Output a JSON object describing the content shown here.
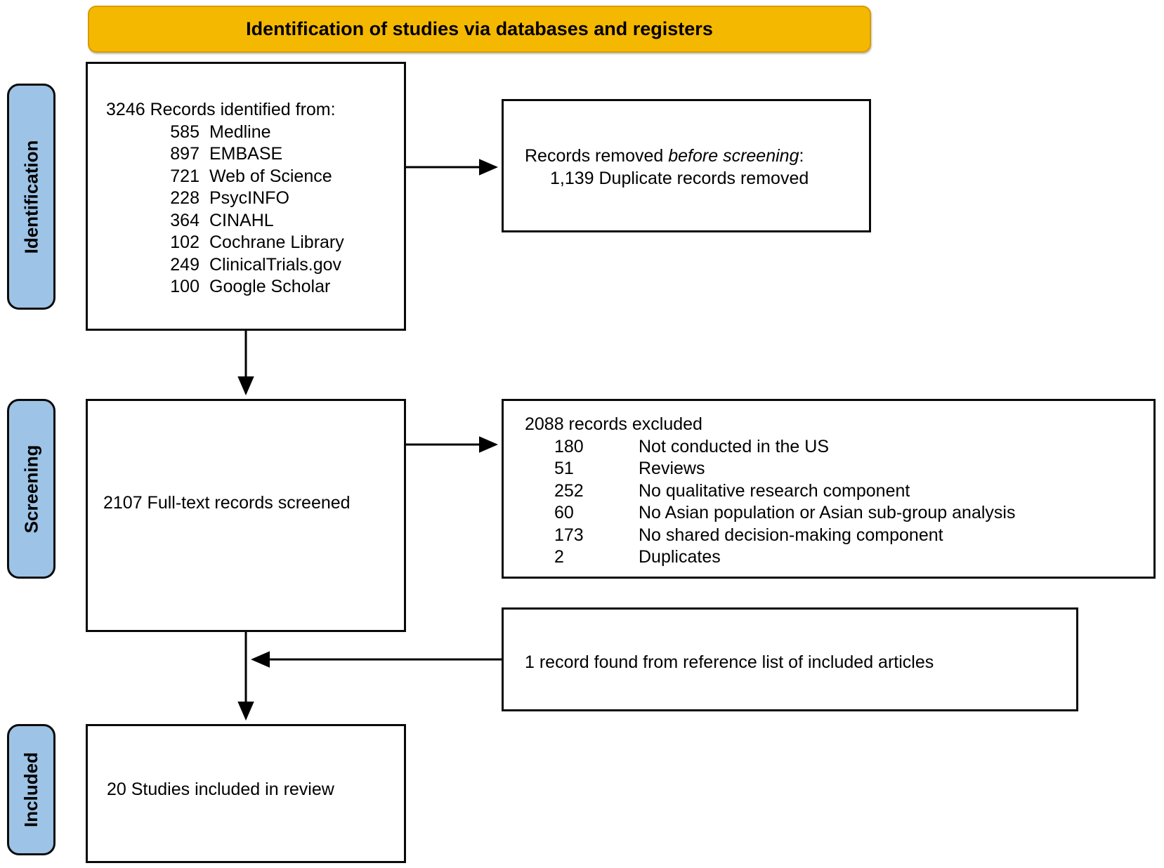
{
  "header": {
    "title": "Identification of studies via databases and registers",
    "color": "#F5B800"
  },
  "stages": {
    "identification": "Identification",
    "screening": "Screening",
    "included": "Included",
    "color": "#9DC3E6"
  },
  "identified": {
    "total_count": "3246",
    "total_label": "Records identified from:",
    "sources": [
      {
        "count": "585",
        "name": "Medline"
      },
      {
        "count": "897",
        "name": "EMBASE"
      },
      {
        "count": "721",
        "name": "Web of Science"
      },
      {
        "count": "228",
        "name": "PsycINFO"
      },
      {
        "count": "364",
        "name": "CINAHL"
      },
      {
        "count": "102",
        "name": "Cochrane Library"
      },
      {
        "count": "249",
        "name": "ClinicalTrials.gov"
      },
      {
        "count": "100",
        "name": "Google Scholar"
      }
    ]
  },
  "duplicates": {
    "line1_prefix": "Records removed ",
    "line1_italic": "before screening",
    "line1_suffix": ":",
    "line2": "1,139 Duplicate records removed"
  },
  "screened": {
    "text": "2107 Full-text records screened"
  },
  "excluded": {
    "heading": "2088 records excluded",
    "reasons": [
      {
        "count": "180",
        "reason": "Not conducted in the US"
      },
      {
        "count": "51",
        "reason": "Reviews"
      },
      {
        "count": "252",
        "reason": "No qualitative research component"
      },
      {
        "count": "60",
        "reason": "No Asian population or Asian sub-group analysis"
      },
      {
        "count": "173",
        "reason": "No shared decision-making component"
      },
      {
        "count": "2",
        "reason": "Duplicates"
      }
    ]
  },
  "reference": {
    "text": "1 record found from reference list of included articles"
  },
  "included": {
    "text": "20 Studies included in review"
  }
}
